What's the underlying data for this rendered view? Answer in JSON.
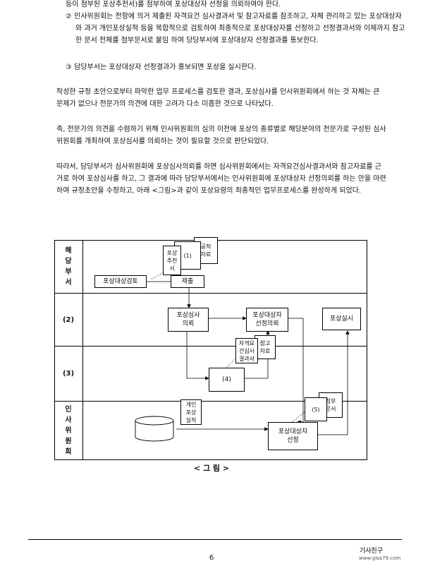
{
  "paragraphs": {
    "p0": "등이 첨부된 포상추천서)를 첨부하여 포상대상자 선정을 의뢰하여야 한다.",
    "p1": "② 인사위원회는 전항에 의거 제출된 자격요건 심사결과서 및 참고자료를 참조하고, 자체 관리하고 있는 포상대상자와 과거 개인포상실적 등을 복합적으로 검토하여 최종적으로 포상대상자를 선정하고 선정결과서와 이제까지 참고한 문서 전체를 첨부문서로 붙임 하여 당당부서에 포상대상자 선정결과를 통보한다.",
    "p2": "③ 담당부서는 포상대상자 선정결과가 홍보되면 포상을 실시한다.",
    "p3": "작성한 규정 초안으로부터 파악한 업무 프로세스를 검토한 결과, 포상심사를 인사위원회에서 하는 것 자체는 큰 문제가 없으나 전문가의 의견에 대한 고려가 다소 미흡한 것으로 나타났다.",
    "p4": "즉, 전문가의 의견을 수렴하기 위해 인사위원회의 심의 이전에 포상의 종류별로 해당분야의 전문가로 구성된 심사위원회를 개최하여 포상심사를 의뢰하는 것이 필요할 것으로 판단되었다.",
    "p5": "따라서, 담당부서가 심사위원회에 포상심사의뢰를 하면 심사위원회에서는 자격요건심사결과서와 참고자료를 근거로 하여 포상심사를 하고, 그 결과에 따라 담당부서에서는 인사위원회에 포상대상자 선정의뢰를 하는 안을 마련하여 규정초안을 수정하고, 아래 <그림>과 같이 포상요령의 최종적인 업무프로세스를 완성하게 되었다."
  },
  "diagram": {
    "lanes": {
      "lane1": "해\n당\n부\n서",
      "lane2": "(2)",
      "lane3": "(3)",
      "lane4": "인\n사\n위\n원\n회"
    },
    "boxes": {
      "review": "포상대상검토",
      "submit": "제출",
      "request_review": "포상심사\n의뢰",
      "request_select": "포상대상자\n선정의뢰",
      "execute": "포상실시",
      "step4": "(4)",
      "select": "포상대상자\n선정"
    },
    "docs": {
      "nomination": "포상\n추천\n서",
      "step1": "(1)",
      "merit": "공적\n자료",
      "qual": "자격요\n건심사\n결과서",
      "ref": "참고\n자료",
      "personal": "개인\n포상\n실적",
      "step5": "(5)",
      "attach": "첨부\n문서"
    }
  },
  "caption": "< 그 림 >",
  "footer": {
    "page": "6",
    "brand": "기사친구",
    "site": "www.gisa79.com"
  }
}
